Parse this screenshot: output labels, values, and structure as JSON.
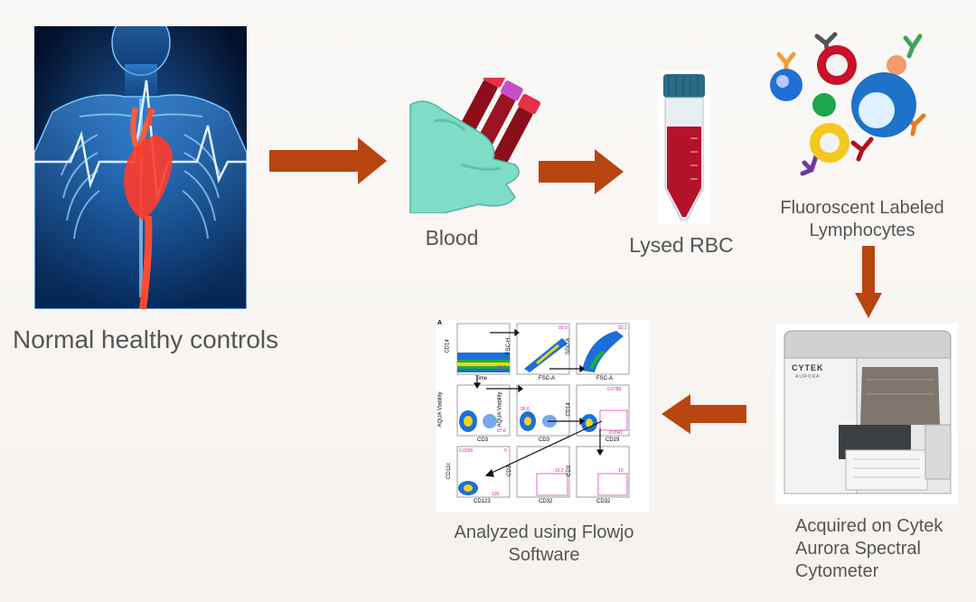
{
  "colors": {
    "arrow": "#b8450f",
    "label_text": "#555555"
  },
  "steps": {
    "controls": "Normal healthy controls",
    "blood": "Blood",
    "lysed": "Lysed RBC",
    "lymph_line1": "Fluoroscent Labeled",
    "lymph_line2": "Lymphocytes",
    "cytek_line1": "Acquired on Cytek",
    "cytek_line2": "Aurora Spectral",
    "cytek_line3": "Cytometer",
    "flowjo_line1": "Analyzed using Flowjo",
    "flowjo_line2": "Software"
  },
  "cytometer": {
    "brand": "CYTEK",
    "model": "AURORA"
  },
  "flowjo": {
    "panel_letter": "A",
    "row1": {
      "y1": "CD14",
      "x1": "Time",
      "v1": "99.2",
      "y2": "FSC-H",
      "x2": "FSC-A",
      "v2": "93.9",
      "y3": "SSC-A",
      "x3": "FSC-A",
      "v3": "92.1"
    },
    "row2": {
      "y1": "AQUA Viability",
      "x1": "CD3",
      "v1": "97.6",
      "y2": "AQUA Viability",
      "x2": "CD3",
      "v2": "99.6",
      "y3": "CD14",
      "x3": "CD19",
      "v3a": "0.0789",
      "v3b": "0.0541"
    },
    "row3": {
      "y1": "CD11c",
      "x1": "CD123",
      "v1a": "0.0295",
      "v1b": "0",
      "v1c": "105",
      "y2": "CD3",
      "x2": "CD32",
      "v2": "15.2",
      "y3": "CD3",
      "x3": "CD32",
      "v3": "10"
    }
  }
}
